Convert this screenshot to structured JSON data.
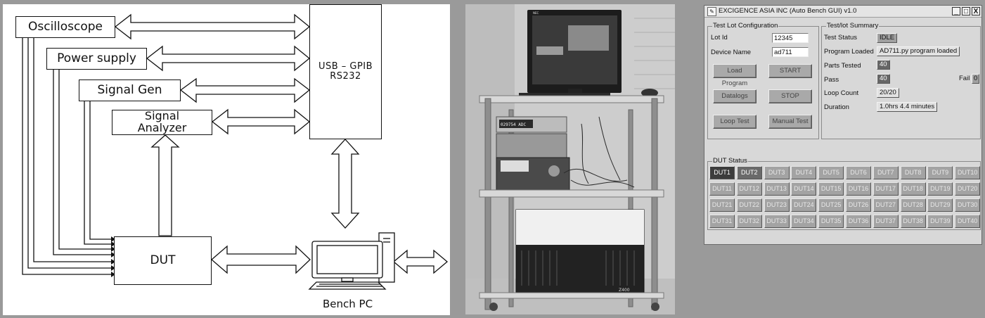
{
  "diagram": {
    "boxes": {
      "oscilloscope": "Oscilloscope",
      "power_supply": "Power supply",
      "signal_gen": "Signal Gen",
      "signal_analyzer": "Signal Analyzer",
      "usb_gpib_line1": "USB – GPIB",
      "usb_gpib_line2": "RS232",
      "dut": "DUT"
    },
    "bench_pc_label": "Bench PC"
  },
  "photo": {
    "monitor_brand": "NEC",
    "multimeter_reading": "029754 ADC",
    "pc_badge": "Z400"
  },
  "gui": {
    "title": "EXCIGENCE ASIA INC (Auto Bench GUI) v1.0",
    "window_buttons": {
      "minimize": "_",
      "maximize": "□",
      "close": "X"
    },
    "config": {
      "title": "Test Lot Configuration",
      "lot_id_label": "Lot Id",
      "lot_id_value": "12345",
      "device_name_label": "Device Name",
      "device_name_value": "ad711",
      "buttons": {
        "load_program": "Load Program",
        "start": "START",
        "datalogs": "Datalogs",
        "stop": "STOP",
        "loop_test": "Loop Test",
        "manual_test": "Manual Test"
      }
    },
    "summary": {
      "title": "Test/lot Summary",
      "test_status_label": "Test Status",
      "test_status_value": "IDLE",
      "program_loaded_label": "Program Loaded",
      "program_loaded_value": "AD711.py program loaded",
      "parts_tested_label": "Parts Tested",
      "parts_tested_value": "40",
      "pass_label": "Pass",
      "pass_value": "40",
      "fail_label": "Fail",
      "fail_value": "0",
      "loop_count_label": "Loop Count",
      "loop_count_value": "20/20",
      "duration_label": "Duration",
      "duration_value": "1.0hrs 4.4 minutes"
    },
    "dut_status": {
      "title": "DUT Status",
      "items": [
        "DUT1",
        "DUT2",
        "DUT3",
        "DUT4",
        "DUT5",
        "DUT6",
        "DUT7",
        "DUT8",
        "DUT9",
        "DUT10",
        "DUT11",
        "DUT12",
        "DUT13",
        "DUT14",
        "DUT15",
        "DUT16",
        "DUT17",
        "DUT18",
        "DUT19",
        "DUT20",
        "DUT21",
        "DUT22",
        "DUT23",
        "DUT24",
        "DUT25",
        "DUT26",
        "DUT27",
        "DUT28",
        "DUT29",
        "DUT30",
        "DUT31",
        "DUT32",
        "DUT33",
        "DUT34",
        "DUT35",
        "DUT36",
        "DUT37",
        "DUT38",
        "DUT39",
        "DUT40"
      ]
    }
  }
}
